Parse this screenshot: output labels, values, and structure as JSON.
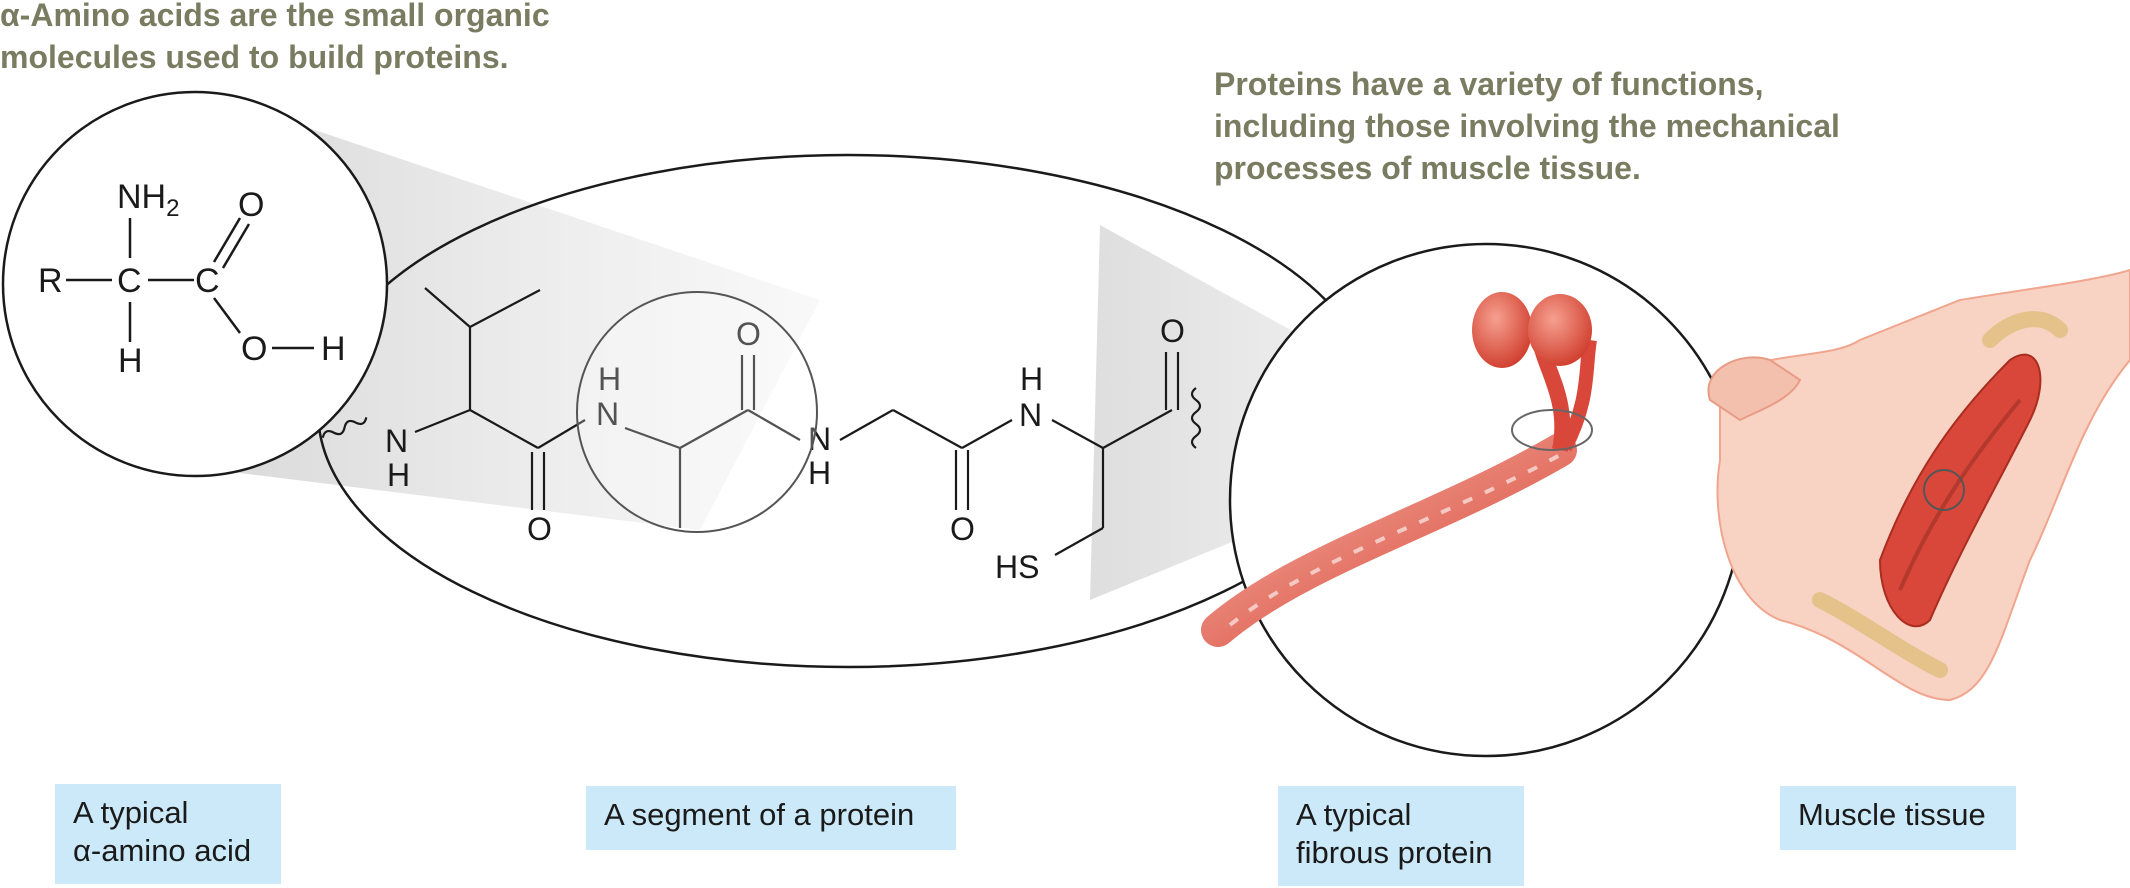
{
  "headings": {
    "amino_line1": "α-Amino acids are the small organic",
    "amino_line2": "molecules used to build proteins.",
    "protein_line1": "Proteins have a variety of functions,",
    "protein_line2": "including those involving the mechanical",
    "protein_line3": "processes of muscle tissue."
  },
  "labels": {
    "amino_acid_line1": "A typical",
    "amino_acid_line2": "α-amino acid",
    "segment": "A segment of a protein",
    "fibrous_line1": "A typical",
    "fibrous_line2": "fibrous protein",
    "muscle": "Muscle tissue"
  },
  "amino_acid": {
    "nh": "NH",
    "sub2": "2",
    "o": "O",
    "r": "R",
    "c_alpha": "C",
    "c_carboxyl": "C",
    "h": "H",
    "oh_o": "O",
    "oh_h": "H"
  },
  "peptide": {
    "n1": "N",
    "h1": "H",
    "o1": "O",
    "h2": "H",
    "n2": "N",
    "o2": "O",
    "n3": "N",
    "h3": "H",
    "o3": "O",
    "h4": "H",
    "n4": "N",
    "o4": "O",
    "hs": "HS"
  },
  "colors": {
    "heading": "#7a7c61",
    "label_bg": "#cbe9f8",
    "muscle": "#d9473a",
    "skin": "#f8d2c2"
  }
}
